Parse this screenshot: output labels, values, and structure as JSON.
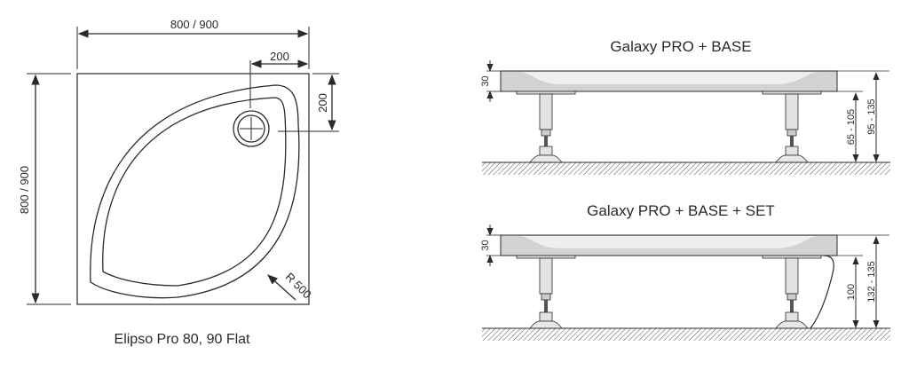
{
  "plan_view": {
    "width_label": "800 / 900",
    "depth_label": "800 / 900",
    "drain_x_offset": "200",
    "drain_y_offset": "200",
    "radius_label": "R 500",
    "caption": "Elipso Pro 80, 90 Flat"
  },
  "side_views": [
    {
      "title": "Galaxy PRO + BASE",
      "tray_height": "30",
      "leg_range": "65 - 105",
      "total_range": "95 - 135"
    },
    {
      "title": "Galaxy PRO + BASE + SET",
      "tray_height": "30",
      "leg_range": "100",
      "total_range": "132 - 135"
    }
  ],
  "colors": {
    "line": "#2a2a2a",
    "tray": "#d4d4d4",
    "tray_light": "#eeeeee"
  }
}
